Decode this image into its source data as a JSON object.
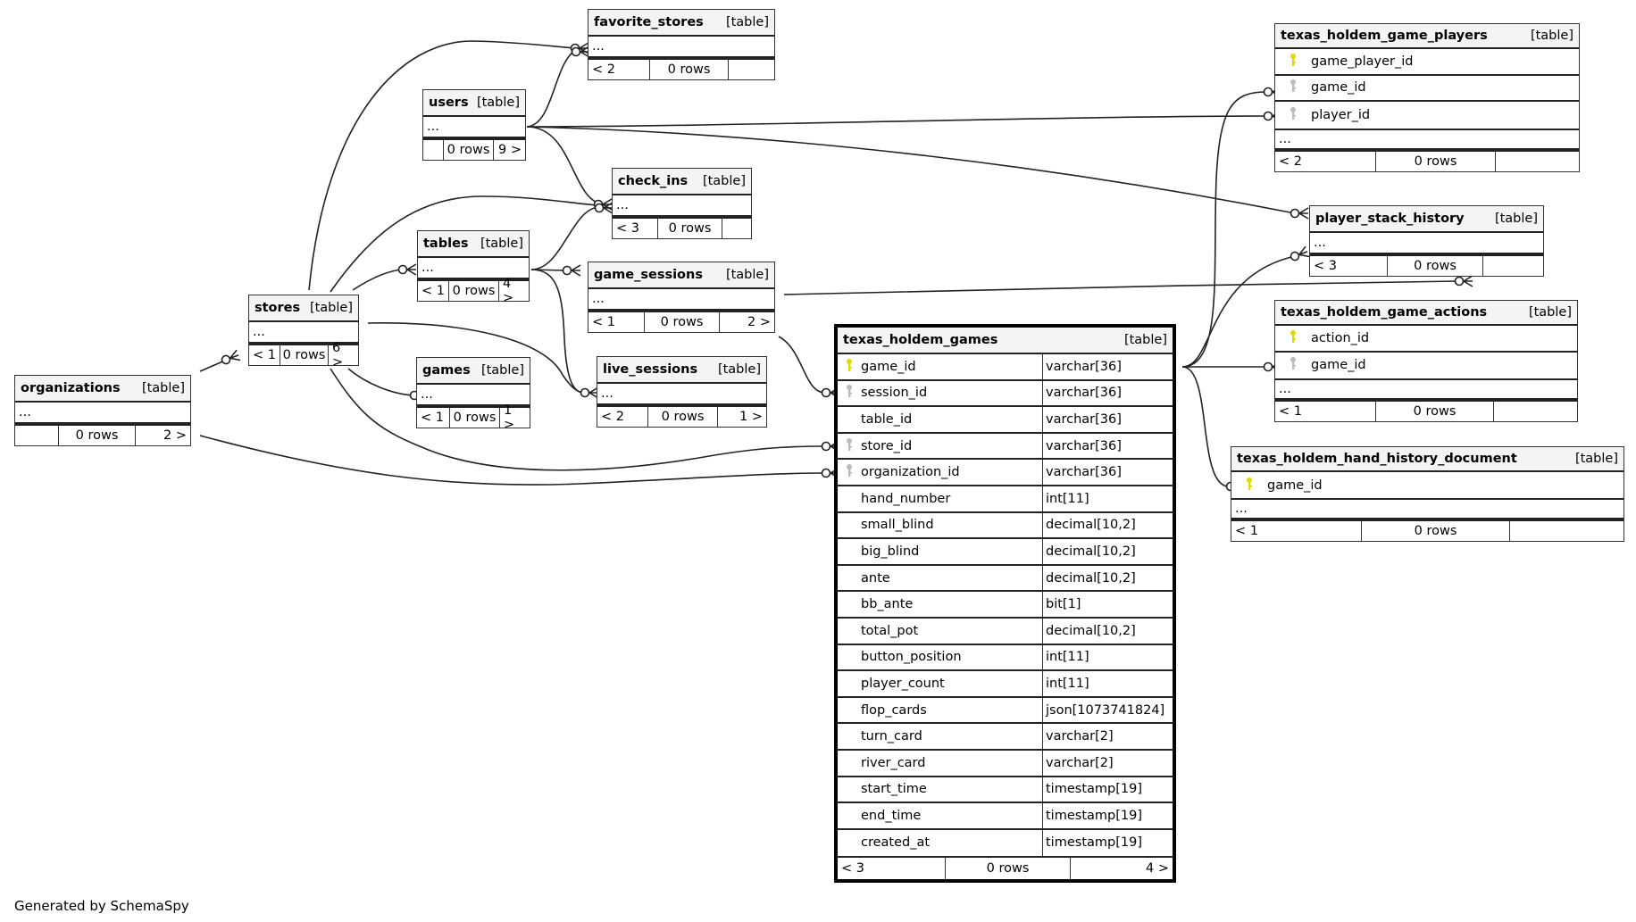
{
  "diagram": {
    "type_label": "[table]",
    "ellipsis": "...",
    "footer": "Generated by SchemaSpy",
    "colors": {
      "primary_key": "#e0d800",
      "foreign_key": "#bbbbbb",
      "header_bg": "#f4f4f4",
      "line": "#222222"
    }
  },
  "tables": {
    "organizations": {
      "name": "organizations",
      "parents": "",
      "rows": "0 rows",
      "children": "2 >"
    },
    "stores": {
      "name": "stores",
      "parents": "< 1",
      "rows": "0 rows",
      "children": "6 >"
    },
    "users": {
      "name": "users",
      "parents": "",
      "rows": "0 rows",
      "children": "9 >"
    },
    "favorite_stores": {
      "name": "favorite_stores",
      "parents": "< 2",
      "rows": "0 rows",
      "children": ""
    },
    "check_ins": {
      "name": "check_ins",
      "parents": "< 3",
      "rows": "0 rows",
      "children": ""
    },
    "tables": {
      "name": "tables",
      "parents": "< 1",
      "rows": "0 rows",
      "children": "4 >"
    },
    "game_sessions": {
      "name": "game_sessions",
      "parents": "< 1",
      "rows": "0 rows",
      "children": "2 >"
    },
    "games": {
      "name": "games",
      "parents": "< 1",
      "rows": "0 rows",
      "children": "1 >"
    },
    "live_sessions": {
      "name": "live_sessions",
      "parents": "< 2",
      "rows": "0 rows",
      "children": "1 >"
    },
    "texas_holdem_games": {
      "name": "texas_holdem_games",
      "parents": "< 3",
      "rows": "0 rows",
      "children": "4 >",
      "columns": [
        {
          "name": "game_id",
          "type": "varchar[36]",
          "key": "primary"
        },
        {
          "name": "session_id",
          "type": "varchar[36]",
          "key": "foreign"
        },
        {
          "name": "table_id",
          "type": "varchar[36]",
          "key": ""
        },
        {
          "name": "store_id",
          "type": "varchar[36]",
          "key": "foreign"
        },
        {
          "name": "organization_id",
          "type": "varchar[36]",
          "key": "foreign"
        },
        {
          "name": "hand_number",
          "type": "int[11]",
          "key": ""
        },
        {
          "name": "small_blind",
          "type": "decimal[10,2]",
          "key": ""
        },
        {
          "name": "big_blind",
          "type": "decimal[10,2]",
          "key": ""
        },
        {
          "name": "ante",
          "type": "decimal[10,2]",
          "key": ""
        },
        {
          "name": "bb_ante",
          "type": "bit[1]",
          "key": ""
        },
        {
          "name": "total_pot",
          "type": "decimal[10,2]",
          "key": ""
        },
        {
          "name": "button_position",
          "type": "int[11]",
          "key": ""
        },
        {
          "name": "player_count",
          "type": "int[11]",
          "key": ""
        },
        {
          "name": "flop_cards",
          "type": "json[1073741824]",
          "key": ""
        },
        {
          "name": "turn_card",
          "type": "varchar[2]",
          "key": ""
        },
        {
          "name": "river_card",
          "type": "varchar[2]",
          "key": ""
        },
        {
          "name": "start_time",
          "type": "timestamp[19]",
          "key": ""
        },
        {
          "name": "end_time",
          "type": "timestamp[19]",
          "key": ""
        },
        {
          "name": "created_at",
          "type": "timestamp[19]",
          "key": ""
        }
      ]
    },
    "texas_holdem_game_players": {
      "name": "texas_holdem_game_players",
      "parents": "< 2",
      "rows": "0 rows",
      "children": "",
      "columns": [
        {
          "name": "game_player_id",
          "key": "primary"
        },
        {
          "name": "game_id",
          "key": "foreign"
        },
        {
          "name": "player_id",
          "key": "foreign"
        }
      ]
    },
    "player_stack_history": {
      "name": "player_stack_history",
      "parents": "< 3",
      "rows": "0 rows",
      "children": ""
    },
    "texas_holdem_game_actions": {
      "name": "texas_holdem_game_actions",
      "parents": "< 1",
      "rows": "0 rows",
      "children": "",
      "columns": [
        {
          "name": "action_id",
          "key": "primary"
        },
        {
          "name": "game_id",
          "key": "foreign"
        }
      ]
    },
    "texas_holdem_hand_history_document": {
      "name": "texas_holdem_hand_history_document",
      "parents": "< 1",
      "rows": "0 rows",
      "children": "",
      "columns": [
        {
          "name": "game_id",
          "key": "primary"
        }
      ]
    }
  },
  "relationships": [
    {
      "from": "organizations",
      "to": "stores",
      "cardinality": "zero-or-many"
    },
    {
      "from": "organizations",
      "to": "texas_holdem_games.organization_id",
      "cardinality": "zero-or-many"
    },
    {
      "from": "stores",
      "to": "favorite_stores",
      "cardinality": "zero-or-many"
    },
    {
      "from": "stores",
      "to": "check_ins",
      "cardinality": "zero-or-many"
    },
    {
      "from": "stores",
      "to": "tables",
      "cardinality": "zero-or-many"
    },
    {
      "from": "stores",
      "to": "games",
      "cardinality": "zero-or-many"
    },
    {
      "from": "stores",
      "to": "live_sessions",
      "cardinality": "zero-or-many"
    },
    {
      "from": "stores",
      "to": "texas_holdem_games.store_id",
      "cardinality": "zero-or-many"
    },
    {
      "from": "users",
      "to": "favorite_stores",
      "cardinality": "zero-or-many"
    },
    {
      "from": "users",
      "to": "check_ins",
      "cardinality": "zero-or-many"
    },
    {
      "from": "users",
      "to": "texas_holdem_game_players.player_id",
      "cardinality": "zero-or-many"
    },
    {
      "from": "users",
      "to": "player_stack_history",
      "cardinality": "zero-or-many"
    },
    {
      "from": "tables",
      "to": "check_ins",
      "cardinality": "zero-or-many"
    },
    {
      "from": "tables",
      "to": "game_sessions",
      "cardinality": "zero-or-many"
    },
    {
      "from": "tables",
      "to": "live_sessions",
      "cardinality": "zero-or-many"
    },
    {
      "from": "game_sessions",
      "to": "texas_holdem_games.session_id",
      "cardinality": "zero-or-many"
    },
    {
      "from": "game_sessions",
      "to": "player_stack_history",
      "cardinality": "zero-or-many"
    },
    {
      "from": "texas_holdem_games.game_id",
      "to": "texas_holdem_game_players.game_id",
      "cardinality": "zero-or-many"
    },
    {
      "from": "texas_holdem_games.game_id",
      "to": "player_stack_history",
      "cardinality": "zero-or-many"
    },
    {
      "from": "texas_holdem_games.game_id",
      "to": "texas_holdem_game_actions.game_id",
      "cardinality": "zero-or-many"
    },
    {
      "from": "texas_holdem_games.game_id",
      "to": "texas_holdem_hand_history_document.game_id",
      "cardinality": "zero-or-one"
    }
  ]
}
